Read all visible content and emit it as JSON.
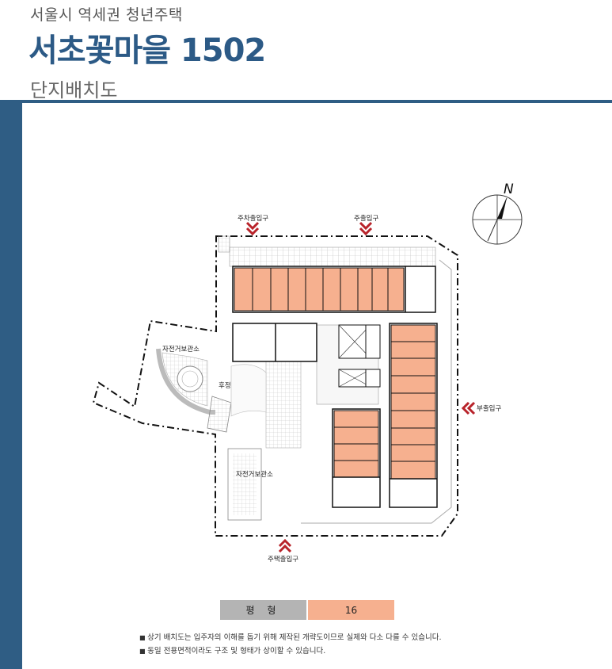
{
  "header": {
    "subtitle": "서울시 역세권 청년주택",
    "title": "서초꽃마을 1502",
    "section": "단지배치도"
  },
  "plan": {
    "labels": {
      "parking_entrance": "주차출입구",
      "main_entrance": "주출입구",
      "side_entrance": "부출입구",
      "housing_entrance": "주택출입구",
      "bicycle_storage_1": "자전거보관소",
      "bicycle_storage_2": "자전거보관소",
      "backyard": "후정",
      "north": "N"
    },
    "colors": {
      "unit": "#f6b08f",
      "arrow": "#b8232a",
      "border": "#2f5d84"
    }
  },
  "legend": {
    "key": "평 형",
    "value": "16"
  },
  "notes": [
    "상기 배치도는 입주자의 이해를 돕기 위해 제작된 개략도이므로 실제와 다소 다를 수 있습니다.",
    "동일 전용면적이라도 구조 및 형태가 상이할 수 있습니다."
  ]
}
